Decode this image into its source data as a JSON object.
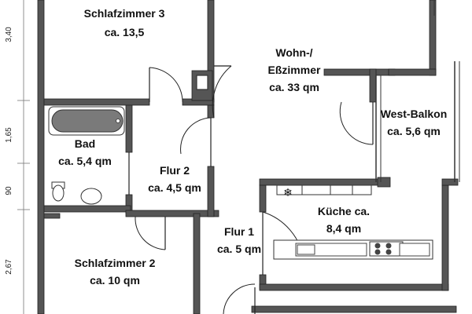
{
  "rooms": {
    "schlafzimmer3": {
      "name": "Schlafzimmer 3",
      "area": "ca. 13,5"
    },
    "wohn": {
      "name1": "Wohn-/",
      "name2": "Eßzimmer",
      "area": "ca. 33 qm"
    },
    "balkon": {
      "name": "West-Balkon",
      "area": "ca. 5,6 qm"
    },
    "bad": {
      "name": "Bad",
      "area": "ca. 5,4 qm"
    },
    "flur2": {
      "name": "Flur 2",
      "area": "ca. 4,5 qm"
    },
    "kueche": {
      "name": "Küche ca.",
      "area": "8,4 qm"
    },
    "flur1": {
      "name": "Flur 1",
      "area": "ca. 5 qm"
    },
    "schlafzimmer2": {
      "name": "Schlafzimmer 2",
      "area": "ca. 10 qm"
    }
  },
  "dimensions": [
    "3,40",
    "1,65",
    "90",
    "2,67"
  ],
  "icons": {
    "freezer": "snowflake-icon"
  },
  "colors": {
    "wall": "#555555",
    "line": "#222222",
    "fixture_fill": "#7a7a7a"
  }
}
